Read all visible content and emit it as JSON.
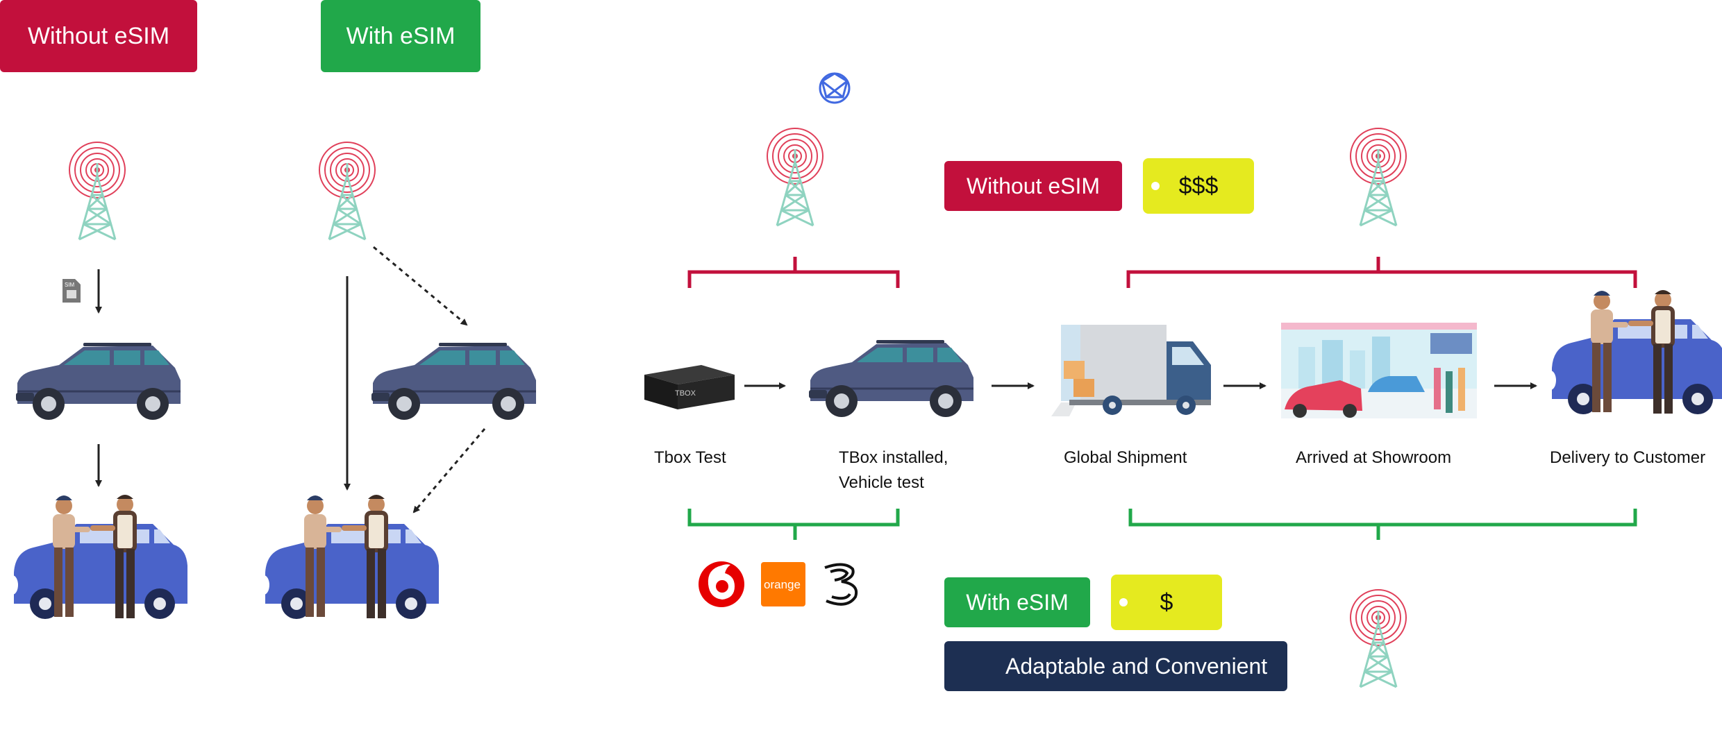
{
  "left_panel": {
    "without_title": "Without eSIM",
    "with_title": "With eSIM",
    "sim_card_label": "SIM"
  },
  "process": {
    "steps": [
      {
        "label": "Tbox Test"
      },
      {
        "label_line1": "TBox installed,",
        "label_line2": "Vehicle test"
      },
      {
        "label": "Global Shipment"
      },
      {
        "label": "Arrived at Showroom"
      },
      {
        "label": "Delivery to Customer"
      }
    ],
    "tbox_device_text": "TBOX",
    "without_esim": {
      "label": "Without eSIM",
      "cost": "$$$"
    },
    "with_esim": {
      "label": "With eSIM",
      "cost": "$",
      "benefit": "Adaptable and Convenient"
    },
    "operators": {
      "orange_text": "orange"
    }
  },
  "colors": {
    "without_red": "#c2103c",
    "with_green": "#21a84a",
    "navy": "#1d2f52",
    "price_yellow": "#e5ea1f",
    "tower_teal": "#8fd3c0",
    "signal_red": "#e0405a"
  }
}
